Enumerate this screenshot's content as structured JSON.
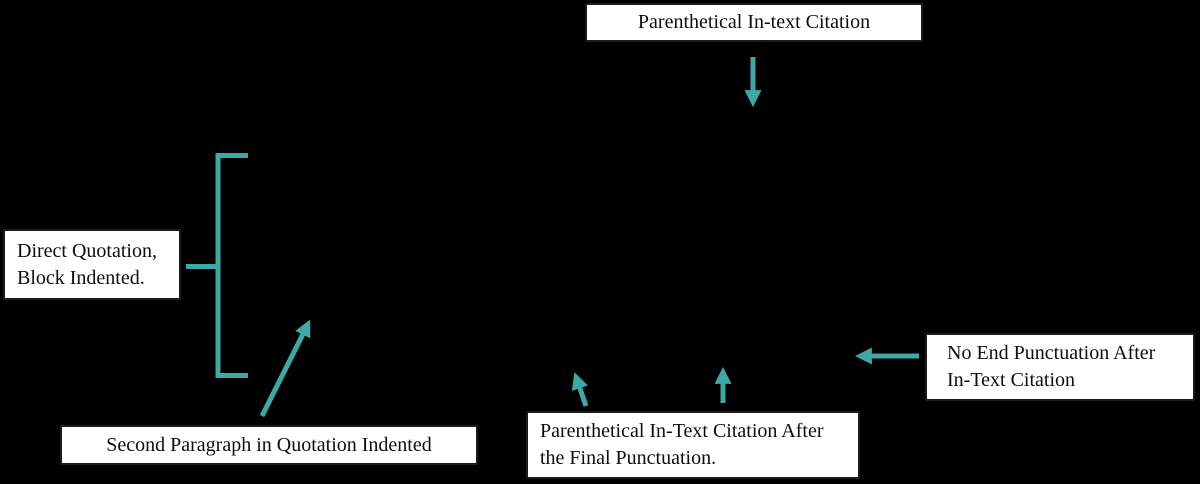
{
  "colors": {
    "background": "#000000",
    "accent": "#3EA8A4",
    "box_background": "#FFFFFF",
    "box_text": "#0d0d0d",
    "box_border": "#1b1b1b"
  },
  "labels": {
    "top": {
      "text": "Parenthetical In-text Citation"
    },
    "left": {
      "line1": "Direct Quotation,",
      "line2": "Block Indented."
    },
    "bottom_left": {
      "text": "Second Paragraph in Quotation Indented"
    },
    "bottom_center": {
      "line1": "Parenthetical In-Text Citation After",
      "line2": "the Final Punctuation."
    },
    "right": {
      "line1": "No End Punctuation After",
      "line2": "In-Text Citation"
    }
  },
  "annotations": {
    "bracket": "block-quote-extent-bracket",
    "arrows": [
      "down-arrow-from-parenthetical-citation-label",
      "diagonal-up-arrow-to-second-paragraph-indent",
      "slanted-up-arrow-to-final-punctuation",
      "up-arrow-to-in-text-citation",
      "left-arrow-from-no-end-punctuation-label"
    ]
  }
}
